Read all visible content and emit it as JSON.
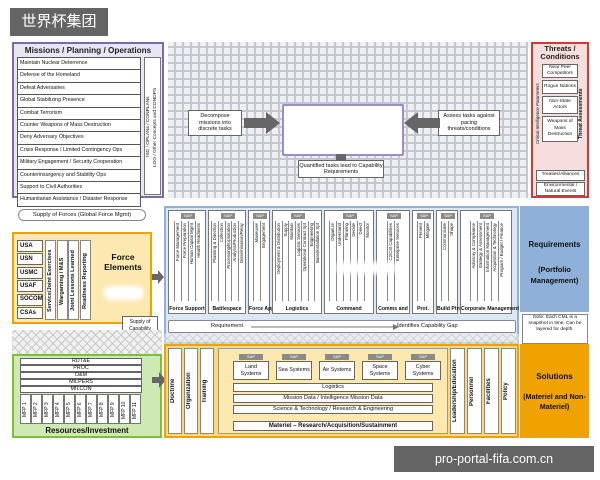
{
  "watermark": {
    "top_left": "世界杯集团",
    "bottom_right": "pro-portal-fifa.com.cn"
  },
  "missions": {
    "title": "Missions / Planning / Operations",
    "items": [
      "Maintain Nuclear Deterrence",
      "Defense of the Homeland",
      "Defeat Adversaries",
      "Global Stabilizing Presence",
      "Combat Terrorism",
      "Counter Weapons of Mass Destruction",
      "Deny Adversary Objectives",
      "Crisis Response / Limited Contingency Ops",
      "Military Engagement / Security Cooperation",
      "Counterinsurgency and Stability Ops",
      "Support to Civil Authorities",
      "Humanitarian Assistance / Disaster Response"
    ],
    "side_labels": [
      "ISG / OPLANs / CONPLANs",
      "LOO / Other Concepts and CONOPS"
    ]
  },
  "threats": {
    "title": "Threats / Conditions",
    "side_label": "Threat Assessments",
    "side_label_left": "Critical Intelligence Parameters",
    "items": [
      "Near Peer Competitors",
      "Rogue Nations",
      "Non-State Actors",
      "Weapons of Mass Destruction",
      "Treaties/Alliances",
      "Environmental / Natural Events"
    ]
  },
  "top_flow": {
    "decompose": "Decompose missions into discrete tasks",
    "assess": "Assess tasks against pacing threats/conditions",
    "quantified": "Quantified tasks lead to Capability Requirements"
  },
  "supply": {
    "global": "Supply of Forces (Global Force Mgmt)",
    "capability": "Supply of Capability Solutions"
  },
  "force_elements": {
    "title": "Force Elements",
    "items": [
      "USA",
      "USN",
      "USMC",
      "USAF",
      "SOCOM",
      "CSAs"
    ],
    "side_labels": [
      "Service/Joint Exercises",
      "Wargaming / M&S",
      "Joint Lessons Learned",
      "Readiness Reporting"
    ]
  },
  "requirements": {
    "title": "Requirements",
    "subtitle": "(Portfolio Management)",
    "bar_left": "Requirement",
    "bar_right": "Identifies Capability Gap",
    "note": "Note: Each CML is a snapshot in time. Can be layered for depth."
  },
  "portfolio": {
    "sap": "SAP",
    "columns": [
      {
        "label": "Force Support",
        "items": [
          "Force Management",
          "Force Preparation",
          "Human Capital Mgmt",
          "Health Readiness"
        ]
      },
      {
        "label": "Battlespace",
        "items": [
          "Planning & Direction",
          "Collection",
          "Processing/Exploitation",
          "Analysis/Production",
          "Dissemination/Relay"
        ]
      },
      {
        "label": "Force App.",
        "items": [
          "Maneuver",
          "Engagement"
        ]
      },
      {
        "label": "Logistics",
        "items": [
          "Deployment & Distribution",
          "Supply",
          "Maintain",
          "Logistic Services",
          "Operational Contract Spt",
          "Engineering",
          "Base/Installation Spt"
        ]
      },
      {
        "label": "Command",
        "items": [
          "Organize",
          "Understand",
          "Planning",
          "Decide",
          "Direct",
          "Monitor"
        ]
      },
      {
        "label": "Comms and",
        "items": [
          "C2/C4I Capabilities",
          "Enterprise Services"
        ]
      },
      {
        "label": "Prot.",
        "items": [
          "Prevent",
          "Mitigate"
        ]
      },
      {
        "label": "Build Ptnr",
        "items": [
          "Communicate",
          "Shape"
        ]
      },
      {
        "label": "Corporate Management",
        "items": [
          "Advisory & Compliance",
          "Strategy & Assessment",
          "Information Management",
          "Acquisition & Technology",
          "Program / Budget / Finance"
        ]
      }
    ]
  },
  "resources": {
    "title": "Resources/Investment",
    "rows": [
      "RDT&E",
      "PROC",
      "O&M",
      "MILPERS",
      "MILCON"
    ],
    "mfp": [
      "MFP 1",
      "MFP 2",
      "MFP 3",
      "MFP 4",
      "MFP 5",
      "MFP 6",
      "MFP 7",
      "MFP 8",
      "MFP 9",
      "MFP 10",
      "MFP 11"
    ]
  },
  "solutions": {
    "title": "Solutions",
    "subtitle": "(Materiel and Non-Materiel)",
    "left_bars": [
      "Doctrine",
      "Organization",
      "Training"
    ],
    "right_bars": [
      "Leadership/Education",
      "Personnel",
      "Facilities",
      "Policy"
    ],
    "sap": "SAP",
    "systems": [
      "Land Systems",
      "Sea Systems",
      "Air Systems",
      "Space Systems",
      "Cyber Systems"
    ],
    "logistics": "Logistics",
    "mission_data": "Mission Data / Intelligence Mission Data",
    "science": "Science & Technology / Research & Engineering",
    "materiel": "Materiel – Research/Acquisition/Sustainment"
  },
  "colors": {
    "purple": "#7b6aa8",
    "red": "#d23a3a",
    "orange": "#f0a200",
    "blue": "#8fb0d8",
    "green": "#7bbf3a",
    "lattice": "#c3c8cf"
  }
}
